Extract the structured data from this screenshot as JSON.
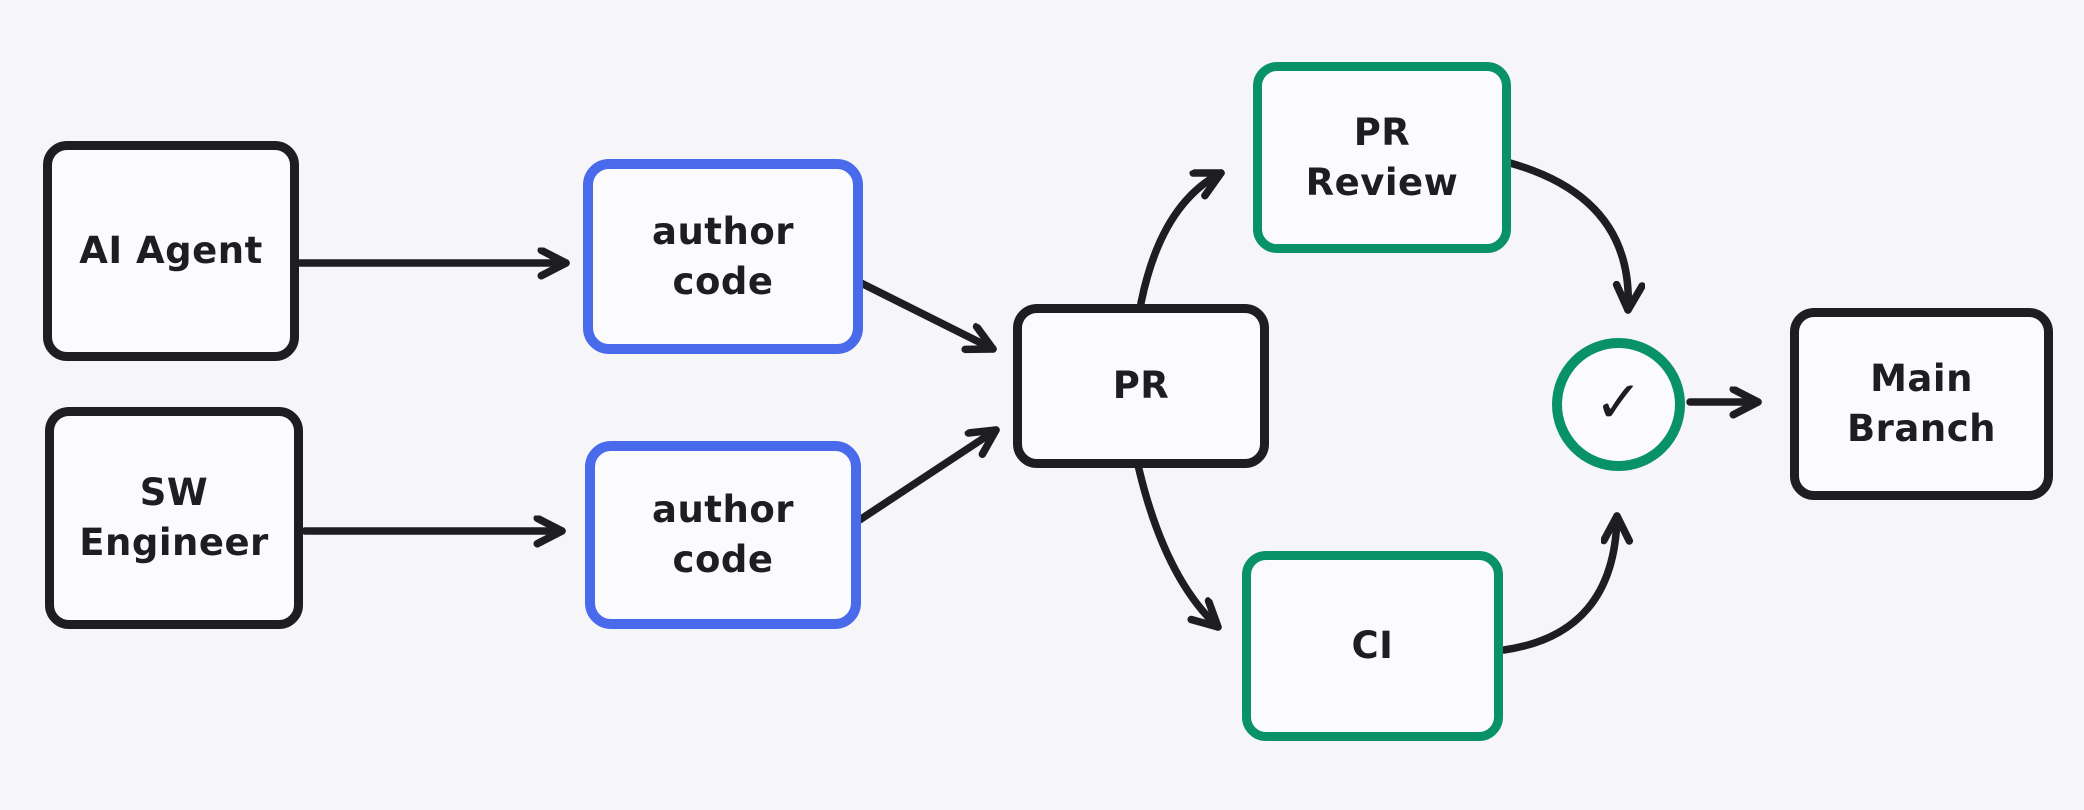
{
  "colors": {
    "bg": "#f6f6f9",
    "ink": "#1e1e22",
    "blue": "#4a6aec",
    "green": "#099268",
    "node-fill": "#fbfbfd"
  },
  "diagram": {
    "nodes": [
      {
        "id": "ai-agent",
        "label": "AI Agent",
        "variant": "black"
      },
      {
        "id": "sw-engineer",
        "label": "SW\nEngineer",
        "variant": "black"
      },
      {
        "id": "author-code-top",
        "label": "author\ncode",
        "variant": "blue"
      },
      {
        "id": "author-code-bottom",
        "label": "author\ncode",
        "variant": "blue"
      },
      {
        "id": "pr",
        "label": "PR",
        "variant": "black"
      },
      {
        "id": "pr-review",
        "label": "PR\nReview",
        "variant": "green"
      },
      {
        "id": "ci",
        "label": "CI",
        "variant": "green"
      },
      {
        "id": "main-branch",
        "label": "Main\nBranch",
        "variant": "black"
      }
    ],
    "check_node": {
      "id": "checks-passed",
      "icon": "✓",
      "shape": "circle",
      "variant": "green"
    },
    "edges": [
      {
        "from": "ai-agent",
        "to": "author-code-top"
      },
      {
        "from": "sw-engineer",
        "to": "author-code-bottom"
      },
      {
        "from": "author-code-top",
        "to": "pr"
      },
      {
        "from": "author-code-bottom",
        "to": "pr"
      },
      {
        "from": "pr",
        "to": "pr-review"
      },
      {
        "from": "pr",
        "to": "ci"
      },
      {
        "from": "pr-review",
        "to": "checks-passed"
      },
      {
        "from": "ci",
        "to": "checks-passed"
      },
      {
        "from": "checks-passed",
        "to": "main-branch"
      }
    ]
  }
}
